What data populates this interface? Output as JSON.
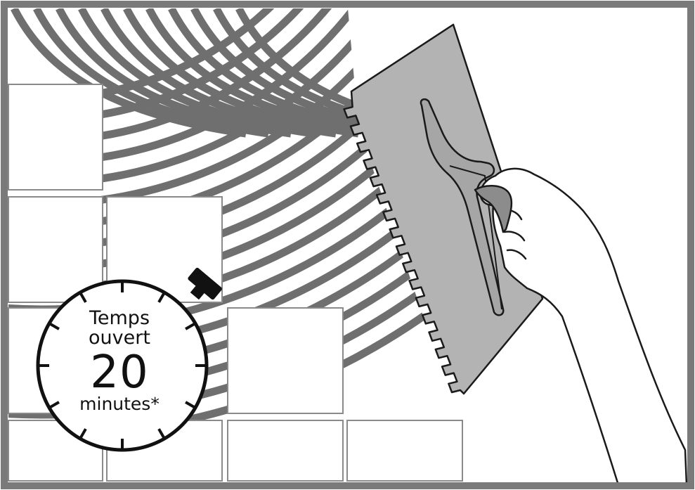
{
  "timer": {
    "line1": "Temps",
    "line2": "ouvert",
    "value": "20",
    "unit": "minutes*"
  },
  "colors": {
    "frame": "#7a7a7a",
    "adhesive_stripes": "#6f6f6f",
    "trowel": "#b3b3b3",
    "outline": "#1a1a1a",
    "background": "#ffffff"
  },
  "icons": [
    "stopwatch-icon",
    "trowel-icon",
    "hand-icon"
  ]
}
